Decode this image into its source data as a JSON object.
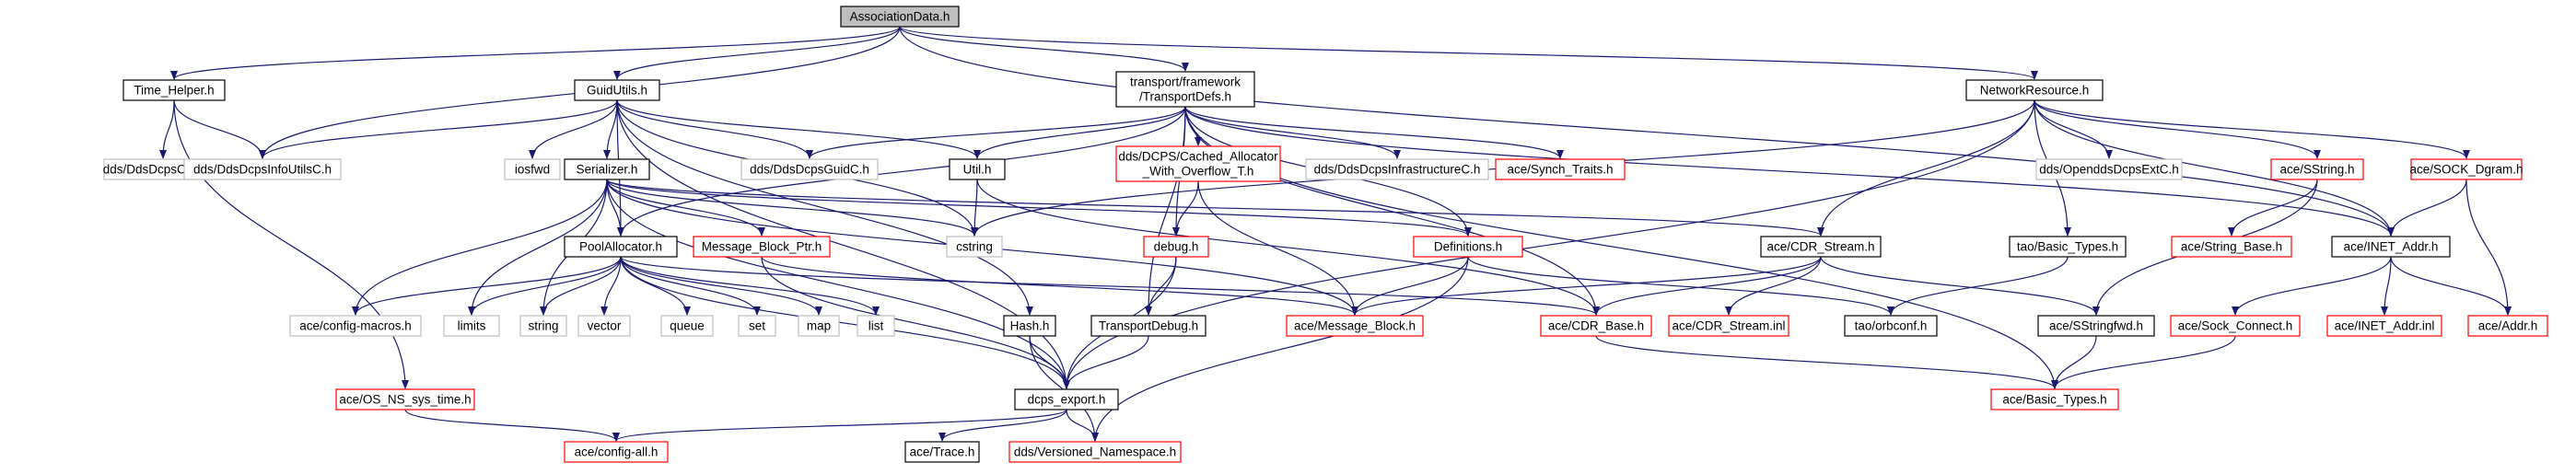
{
  "colors": {
    "edge": "#191970",
    "box_default": "#000000",
    "box_missing": "#bfbfbf",
    "box_truncated": "#ff0000",
    "root_fill": "#bfbfbf",
    "text": "#000000"
  },
  "nodes": [
    {
      "id": "assoc",
      "lines": [
        "AssociationData.h"
      ],
      "style": "root"
    },
    {
      "id": "timehelper",
      "lines": [
        "Time_Helper.h"
      ],
      "style": "default"
    },
    {
      "id": "guidutils",
      "lines": [
        "GuidUtils.h"
      ],
      "style": "default"
    },
    {
      "id": "transportdefs",
      "lines": [
        "transport/framework",
        "/TransportDefs.h"
      ],
      "style": "default"
    },
    {
      "id": "netres",
      "lines": [
        "NetworkResource.h"
      ],
      "style": "default"
    },
    {
      "id": "corec",
      "lines": [
        "dds/DdsDcpsCoreC.h"
      ],
      "style": "missing"
    },
    {
      "id": "infoutilsc",
      "lines": [
        "dds/DdsDcpsInfoUtilsC.h"
      ],
      "style": "missing"
    },
    {
      "id": "iosfwd",
      "lines": [
        "iosfwd"
      ],
      "style": "missing"
    },
    {
      "id": "serializer",
      "lines": [
        "Serializer.h"
      ],
      "style": "default"
    },
    {
      "id": "guidc",
      "lines": [
        "dds/DdsDcpsGuidC.h"
      ],
      "style": "missing"
    },
    {
      "id": "utilh",
      "lines": [
        "Util.h"
      ],
      "style": "default"
    },
    {
      "id": "cachedalloc",
      "lines": [
        "dds/DCPS/Cached_Allocator",
        "_With_Overflow_T.h"
      ],
      "style": "truncated"
    },
    {
      "id": "infrac",
      "lines": [
        "dds/DdsDcpsInfrastructureC.h"
      ],
      "style": "missing"
    },
    {
      "id": "synchtraits",
      "lines": [
        "ace/Synch_Traits.h"
      ],
      "style": "truncated"
    },
    {
      "id": "opendds",
      "lines": [
        "dds/OpenddsDcpsExtC.h"
      ],
      "style": "missing"
    },
    {
      "id": "sstring",
      "lines": [
        "ace/SString.h"
      ],
      "style": "truncated"
    },
    {
      "id": "sockdgram",
      "lines": [
        "ace/SOCK_Dgram.h"
      ],
      "style": "truncated"
    },
    {
      "id": "poolalloc",
      "lines": [
        "PoolAllocator.h"
      ],
      "style": "default"
    },
    {
      "id": "msgblockptr",
      "lines": [
        "Message_Block_Ptr.h"
      ],
      "style": "truncated"
    },
    {
      "id": "cstring",
      "lines": [
        "cstring"
      ],
      "style": "missing"
    },
    {
      "id": "debug",
      "lines": [
        "debug.h"
      ],
      "style": "truncated"
    },
    {
      "id": "definitions",
      "lines": [
        "Definitions.h"
      ],
      "style": "truncated"
    },
    {
      "id": "cdrstream",
      "lines": [
        "ace/CDR_Stream.h"
      ],
      "style": "default"
    },
    {
      "id": "basictypestao",
      "lines": [
        "tao/Basic_Types.h"
      ],
      "style": "default"
    },
    {
      "id": "stringbase",
      "lines": [
        "ace/String_Base.h"
      ],
      "style": "truncated"
    },
    {
      "id": "inetaddr",
      "lines": [
        "ace/INET_Addr.h"
      ],
      "style": "default"
    },
    {
      "id": "configmacros",
      "lines": [
        "ace/config-macros.h"
      ],
      "style": "missing"
    },
    {
      "id": "limits",
      "lines": [
        "limits"
      ],
      "style": "missing"
    },
    {
      "id": "string",
      "lines": [
        "string"
      ],
      "style": "missing"
    },
    {
      "id": "vector",
      "lines": [
        "vector"
      ],
      "style": "missing"
    },
    {
      "id": "queue",
      "lines": [
        "queue"
      ],
      "style": "missing"
    },
    {
      "id": "set",
      "lines": [
        "set"
      ],
      "style": "missing"
    },
    {
      "id": "map",
      "lines": [
        "map"
      ],
      "style": "missing"
    },
    {
      "id": "list",
      "lines": [
        "list"
      ],
      "style": "missing"
    },
    {
      "id": "hashh",
      "lines": [
        "Hash.h"
      ],
      "style": "default"
    },
    {
      "id": "transportdebug",
      "lines": [
        "TransportDebug.h"
      ],
      "style": "default"
    },
    {
      "id": "msgblock",
      "lines": [
        "ace/Message_Block.h"
      ],
      "style": "truncated"
    },
    {
      "id": "cdrbase",
      "lines": [
        "ace/CDR_Base.h"
      ],
      "style": "truncated"
    },
    {
      "id": "cdrstreaminl",
      "lines": [
        "ace/CDR_Stream.inl"
      ],
      "style": "truncated"
    },
    {
      "id": "orbconf",
      "lines": [
        "tao/orbconf.h"
      ],
      "style": "default"
    },
    {
      "id": "sstringfwd",
      "lines": [
        "ace/SStringfwd.h"
      ],
      "style": "default"
    },
    {
      "id": "sockconnect",
      "lines": [
        "ace/Sock_Connect.h"
      ],
      "style": "truncated"
    },
    {
      "id": "inetaddrinl",
      "lines": [
        "ace/INET_Addr.inl"
      ],
      "style": "truncated"
    },
    {
      "id": "addrh",
      "lines": [
        "ace/Addr.h"
      ],
      "style": "truncated"
    },
    {
      "id": "osnssystime",
      "lines": [
        "ace/OS_NS_sys_time.h"
      ],
      "style": "truncated"
    },
    {
      "id": "dcpsexport",
      "lines": [
        "dcps_export.h"
      ],
      "style": "default"
    },
    {
      "id": "basictypesace",
      "lines": [
        "ace/Basic_Types.h"
      ],
      "style": "truncated"
    },
    {
      "id": "configall",
      "lines": [
        "ace/config-all.h"
      ],
      "style": "truncated"
    },
    {
      "id": "trace",
      "lines": [
        "ace/Trace.h"
      ],
      "style": "default"
    },
    {
      "id": "versionedns",
      "lines": [
        "dds/Versioned_Namespace.h"
      ],
      "style": "truncated"
    }
  ],
  "edges": [
    [
      "assoc",
      "timehelper"
    ],
    [
      "assoc",
      "guidutils"
    ],
    [
      "assoc",
      "transportdefs"
    ],
    [
      "assoc",
      "netres"
    ],
    [
      "assoc",
      "infoutilsc"
    ],
    [
      "assoc",
      "inetaddr"
    ],
    [
      "timehelper",
      "corec"
    ],
    [
      "timehelper",
      "infoutilsc"
    ],
    [
      "timehelper",
      "osnssystime"
    ],
    [
      "guidutils",
      "infoutilsc"
    ],
    [
      "guidutils",
      "iosfwd"
    ],
    [
      "guidutils",
      "serializer"
    ],
    [
      "guidutils",
      "guidc"
    ],
    [
      "guidutils",
      "utilh"
    ],
    [
      "guidutils",
      "poolalloc"
    ],
    [
      "guidutils",
      "cstring"
    ],
    [
      "guidutils",
      "hashh"
    ],
    [
      "guidutils",
      "dcpsexport"
    ],
    [
      "transportdefs",
      "guidc"
    ],
    [
      "transportdefs",
      "utilh"
    ],
    [
      "transportdefs",
      "cachedalloc"
    ],
    [
      "transportdefs",
      "infrac"
    ],
    [
      "transportdefs",
      "synchtraits"
    ],
    [
      "transportdefs",
      "poolalloc"
    ],
    [
      "transportdefs",
      "debug"
    ],
    [
      "transportdefs",
      "definitions"
    ],
    [
      "transportdefs",
      "transportdebug"
    ],
    [
      "transportdefs",
      "cdrbase"
    ],
    [
      "transportdefs",
      "inetaddr"
    ],
    [
      "transportdefs",
      "basictypesace"
    ],
    [
      "netres",
      "opendds"
    ],
    [
      "netres",
      "sstring"
    ],
    [
      "netres",
      "sockdgram"
    ],
    [
      "netres",
      "cdrstream"
    ],
    [
      "netres",
      "basictypestao"
    ],
    [
      "netres",
      "inetaddr"
    ],
    [
      "netres",
      "cstring"
    ],
    [
      "netres",
      "dcpsexport"
    ],
    [
      "serializer",
      "poolalloc"
    ],
    [
      "serializer",
      "msgblockptr"
    ],
    [
      "serializer",
      "cdrstream"
    ],
    [
      "serializer",
      "definitions"
    ],
    [
      "serializer",
      "configmacros"
    ],
    [
      "serializer",
      "limits"
    ],
    [
      "serializer",
      "string"
    ],
    [
      "serializer",
      "cstring"
    ],
    [
      "serializer",
      "dcpsexport"
    ],
    [
      "serializer",
      "msgblock"
    ],
    [
      "utilh",
      "cstring"
    ],
    [
      "utilh",
      "cdrbase"
    ],
    [
      "cachedalloc",
      "debug"
    ],
    [
      "cachedalloc",
      "msgblock"
    ],
    [
      "sstring",
      "stringbase"
    ],
    [
      "sstring",
      "sstringfwd"
    ],
    [
      "sockdgram",
      "inetaddr"
    ],
    [
      "sockdgram",
      "addrh"
    ],
    [
      "poolalloc",
      "configmacros"
    ],
    [
      "poolalloc",
      "limits"
    ],
    [
      "poolalloc",
      "string"
    ],
    [
      "poolalloc",
      "vector"
    ],
    [
      "poolalloc",
      "queue"
    ],
    [
      "poolalloc",
      "set"
    ],
    [
      "poolalloc",
      "map"
    ],
    [
      "poolalloc",
      "list"
    ],
    [
      "poolalloc",
      "dcpsexport"
    ],
    [
      "poolalloc",
      "cdrbase"
    ],
    [
      "msgblockptr",
      "msgblock"
    ],
    [
      "msgblockptr",
      "dcpsexport"
    ],
    [
      "debug",
      "transportdebug"
    ],
    [
      "debug",
      "dcpsexport"
    ],
    [
      "definitions",
      "msgblock"
    ],
    [
      "definitions",
      "orbconf"
    ],
    [
      "definitions",
      "versionedns"
    ],
    [
      "cdrstream",
      "msgblock"
    ],
    [
      "cdrstream",
      "cdrbase"
    ],
    [
      "cdrstream",
      "cdrstreaminl"
    ],
    [
      "cdrstream",
      "sstringfwd"
    ],
    [
      "basictypestao",
      "orbconf"
    ],
    [
      "inetaddr",
      "sockconnect"
    ],
    [
      "inetaddr",
      "inetaddrinl"
    ],
    [
      "inetaddr",
      "addrh"
    ],
    [
      "hashh",
      "dcpsexport"
    ],
    [
      "hashh",
      "versionedns"
    ],
    [
      "transportdebug",
      "dcpsexport"
    ],
    [
      "cdrbase",
      "basictypesace"
    ],
    [
      "sstringfwd",
      "basictypesace"
    ],
    [
      "sockconnect",
      "basictypesace"
    ],
    [
      "osnssystime",
      "configall"
    ],
    [
      "dcpsexport",
      "configall"
    ],
    [
      "dcpsexport",
      "trace"
    ],
    [
      "dcpsexport",
      "versionedns"
    ]
  ]
}
